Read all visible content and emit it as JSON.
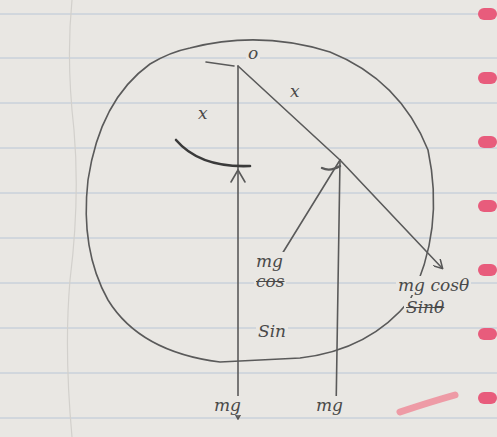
{
  "diagram": {
    "labels": [
      "o",
      "x",
      "x",
      "mg",
      "cos",
      "Sin",
      "mg cosθ",
      "Sinθ",
      "mg",
      "mg"
    ]
  }
}
